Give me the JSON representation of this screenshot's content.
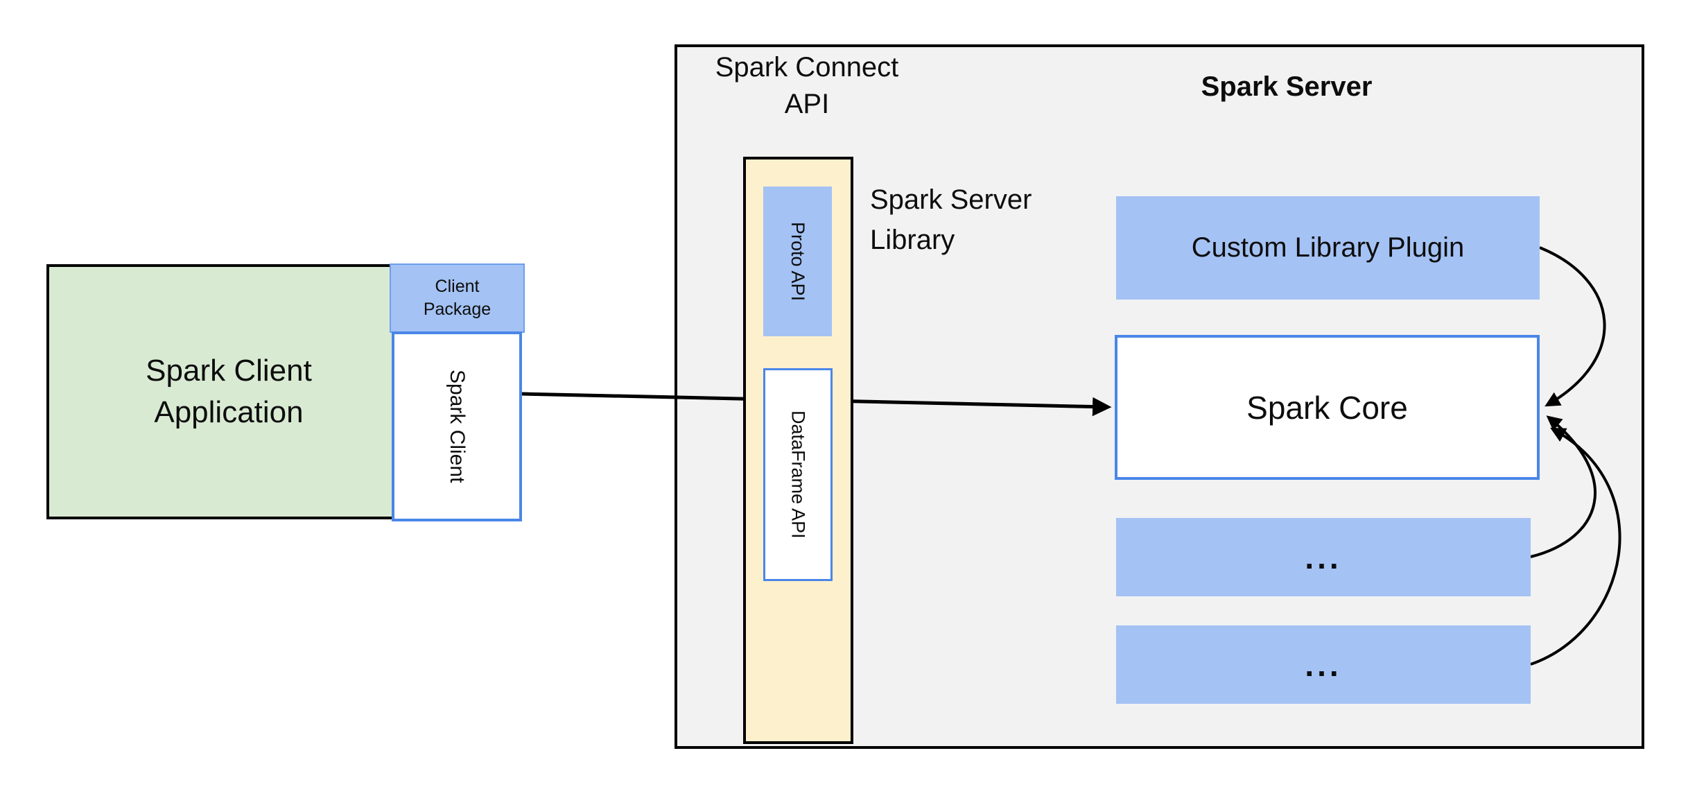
{
  "colors": {
    "client_app_fill": "#d9ead3",
    "accent_blue_fill": "#a4c2f4",
    "accent_blue_border": "#4a86e8",
    "server_library_fill": "#fdf0cd",
    "server_box_fill": "#f2f2f2",
    "arrow_color": "#000000"
  },
  "client": {
    "app_label_lines": [
      "Spark Client",
      "Application"
    ],
    "package_label_lines": [
      "Client",
      "Package"
    ],
    "spark_client_label": "Spark Client"
  },
  "connect_api": {
    "label_lines": [
      "Spark Connect",
      "API"
    ],
    "proto_api_label": "Proto API",
    "dataframe_api_label": "DataFrame API",
    "server_library_label_lines": [
      "Spark Server",
      "Library"
    ]
  },
  "server": {
    "title": "Spark Server",
    "custom_library_plugin_label": "Custom Library Plugin",
    "spark_core_label": "Spark Core",
    "placeholder_1_label": "...",
    "placeholder_2_label": "..."
  }
}
